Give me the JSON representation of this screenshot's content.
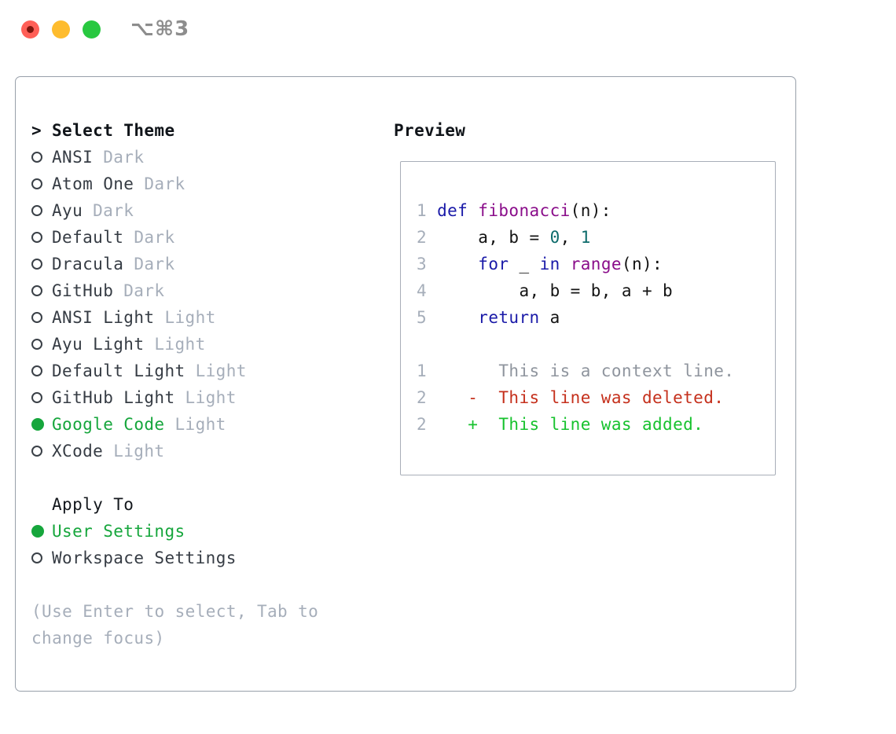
{
  "window": {
    "title": "⌥⌘3",
    "traffic_lights": [
      {
        "name": "close",
        "color": "#ff5f57"
      },
      {
        "name": "minimize",
        "color": "#febc2e"
      },
      {
        "name": "zoom",
        "color": "#28c840"
      }
    ]
  },
  "left": {
    "header_prefix": ">",
    "header_label": "Select Theme",
    "themes": [
      {
        "name": "ANSI",
        "variant": "Dark",
        "selected": false
      },
      {
        "name": "Atom One",
        "variant": "Dark",
        "selected": false
      },
      {
        "name": "Ayu",
        "variant": "Dark",
        "selected": false
      },
      {
        "name": "Default",
        "variant": "Dark",
        "selected": false
      },
      {
        "name": "Dracula",
        "variant": "Dark",
        "selected": false
      },
      {
        "name": "GitHub",
        "variant": "Dark",
        "selected": false
      },
      {
        "name": "ANSI Light",
        "variant": "Light",
        "selected": false
      },
      {
        "name": "Ayu Light",
        "variant": "Light",
        "selected": false
      },
      {
        "name": "Default Light",
        "variant": "Light",
        "selected": false
      },
      {
        "name": "GitHub Light",
        "variant": "Light",
        "selected": false
      },
      {
        "name": "Google Code",
        "variant": "Light",
        "selected": true
      },
      {
        "name": "XCode",
        "variant": "Light",
        "selected": false
      }
    ],
    "apply_to_label": "Apply To",
    "apply_options": [
      {
        "name": "User Settings",
        "selected": true
      },
      {
        "name": "Workspace Settings",
        "selected": false
      }
    ],
    "hint_lines": [
      "(Use Enter to select, Tab to",
      "change focus)"
    ]
  },
  "preview": {
    "label": "Preview",
    "code_lines": [
      {
        "num": "1",
        "tokens": [
          [
            "kw",
            "def"
          ],
          [
            "pl",
            " "
          ],
          [
            "fn",
            "fibonacci"
          ],
          [
            "pl",
            "(n):"
          ]
        ]
      },
      {
        "num": "2",
        "tokens": [
          [
            "pl",
            "    a, b = "
          ],
          [
            "nm",
            "0"
          ],
          [
            "pl",
            ", "
          ],
          [
            "nm",
            "1"
          ]
        ]
      },
      {
        "num": "3",
        "tokens": [
          [
            "pl",
            "    "
          ],
          [
            "kw",
            "for"
          ],
          [
            "pl",
            " _ "
          ],
          [
            "kw",
            "in"
          ],
          [
            "pl",
            " "
          ],
          [
            "fn",
            "range"
          ],
          [
            "pl",
            "(n):"
          ]
        ]
      },
      {
        "num": "4",
        "tokens": [
          [
            "pl",
            "        a, b = b, a + b"
          ]
        ]
      },
      {
        "num": "5",
        "tokens": [
          [
            "pl",
            "    "
          ],
          [
            "kw",
            "return"
          ],
          [
            "pl",
            " a"
          ]
        ]
      },
      {
        "num": "",
        "tokens": []
      },
      {
        "num": "1",
        "tokens": [
          [
            "ctx",
            "      This is a context line."
          ]
        ]
      },
      {
        "num": "2",
        "tokens": [
          [
            "del",
            "   -  This line was deleted."
          ]
        ]
      },
      {
        "num": "2",
        "tokens": [
          [
            "add",
            "   +  This line was added."
          ]
        ]
      }
    ]
  },
  "colors": {
    "text": "#363c44",
    "muted": "#a6aeba",
    "selected_green": "#16a63c",
    "kw": "#1a1aa8",
    "fn": "#8a0d8a",
    "nm": "#0d6b6b",
    "pl": "#141414",
    "ctx": "#8f959e",
    "del": "#c5301c",
    "add": "#17c22e",
    "panel_border": "#98a0aa",
    "title": "#8d8d8d"
  }
}
